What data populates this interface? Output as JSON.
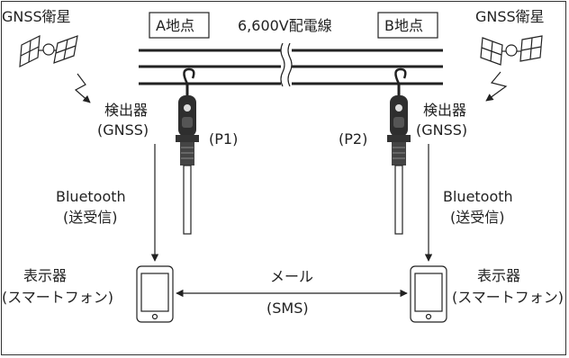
{
  "labels": {
    "gnss_left": "GNSS衛星",
    "gnss_right": "GNSS衛星",
    "point_a": "A地点",
    "point_b": "B地点",
    "line": "6,600V配電線",
    "detector_left_1": "検出器",
    "detector_left_2": "(GNSS)",
    "detector_right_1": "検出器",
    "detector_right_2": "(GNSS)",
    "p1": "(P1)",
    "p2": "(P2)",
    "bt_left_1": "Bluetooth",
    "bt_left_2": "(送受信)",
    "bt_right_1": "Bluetooth",
    "bt_right_2": "(送受信)",
    "display_left_1": "表示器",
    "display_left_2": "(スマートフォン)",
    "display_right_1": "表示器",
    "display_right_2": "(スマートフォン)",
    "mail_1": "メール",
    "mail_2": "(SMS)"
  },
  "colors": {
    "line": "#222222",
    "device": "#333333",
    "cap": "#555555"
  }
}
